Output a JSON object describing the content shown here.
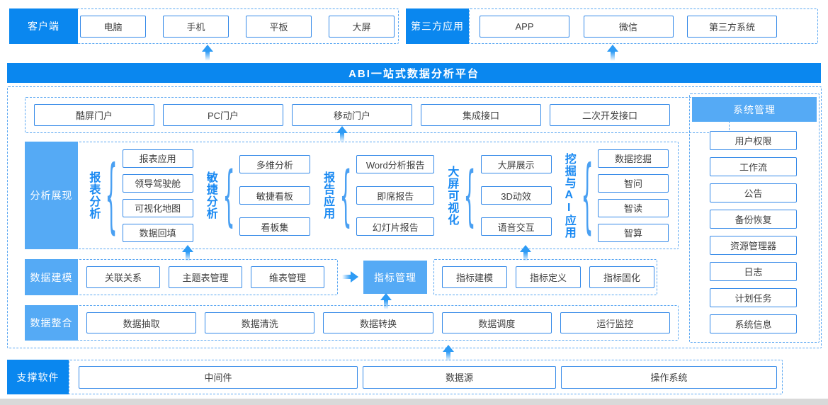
{
  "platform": {
    "title": "ABI一站式数据分析平台"
  },
  "top": {
    "client": {
      "label": "客户端",
      "items": [
        "电脑",
        "手机",
        "平板",
        "大屏"
      ]
    },
    "third_party": {
      "label": "第三方应用",
      "items": [
        "APP",
        "微信",
        "第三方系统"
      ]
    }
  },
  "portals": {
    "items": [
      "酷屏门户",
      "PC门户",
      "移动门户",
      "集成接口",
      "二次开发接口"
    ]
  },
  "analysis": {
    "label": "分析展现",
    "groups": [
      {
        "name": "报表分析",
        "items": [
          "报表应用",
          "领导驾驶舱",
          "可视化地图",
          "数据回填"
        ]
      },
      {
        "name": "敏捷分析",
        "items": [
          "多维分析",
          "敏捷看板",
          "看板集"
        ]
      },
      {
        "name": "报告应用",
        "items": [
          "Word分析报告",
          "即席报告",
          "幻灯片报告"
        ]
      },
      {
        "name": "大屏可视化",
        "items": [
          "大屏展示",
          "3D动效",
          "语音交互"
        ]
      },
      {
        "name": "挖掘与AI应用",
        "items": [
          "数据挖掘",
          "智问",
          "智读",
          "智算"
        ]
      }
    ]
  },
  "modeling": {
    "label": "数据建模",
    "items": [
      "关联关系",
      "主题表管理",
      "维表管理"
    ],
    "indicator_label": "指标管理",
    "indicator_items": [
      "指标建模",
      "指标定义",
      "指标固化"
    ]
  },
  "integration": {
    "label": "数据整合",
    "items": [
      "数据抽取",
      "数据清洗",
      "数据转换",
      "数据调度",
      "运行监控"
    ]
  },
  "system": {
    "label": "系统管理",
    "items": [
      "用户权限",
      "工作流",
      "公告",
      "备份恢复",
      "资源管理器",
      "日志",
      "计划任务",
      "系统信息"
    ]
  },
  "support": {
    "label": "支撑软件",
    "items": [
      "中间件",
      "数据源",
      "操作系统"
    ]
  },
  "colors": {
    "primary_blue": "#0a87ef",
    "secondary_blue": "#55aaf5",
    "box_border_blue": "#3489e8",
    "dashed_blue": "#5aa7f2",
    "group_label_blue": "#1989f2",
    "arrow_blue": "#2d9bf5"
  }
}
